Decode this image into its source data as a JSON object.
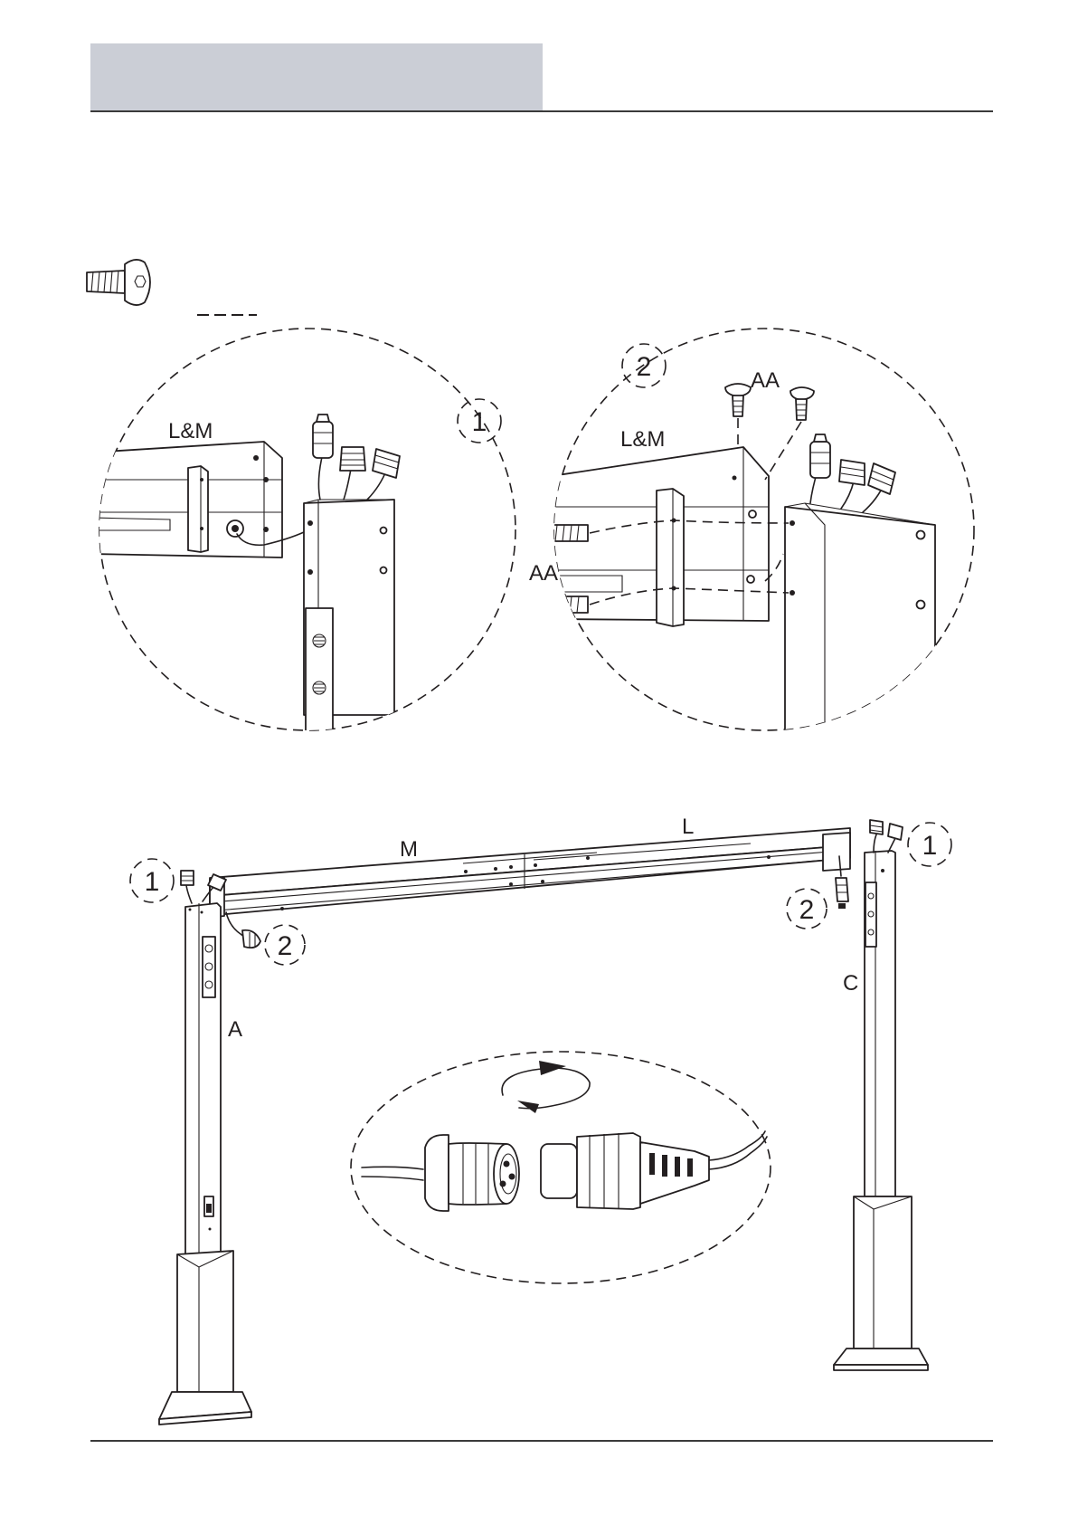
{
  "labels": {
    "lm_left": "L&M",
    "lm_right": "L&M",
    "aa_top": "AA",
    "aa_left": "AA",
    "m": "M",
    "l": "L",
    "a": "A",
    "c": "C"
  },
  "callouts": {
    "detail1": "1",
    "detail2": "2",
    "left1": "1",
    "left2": "2",
    "right1": "1",
    "right2": "2"
  }
}
